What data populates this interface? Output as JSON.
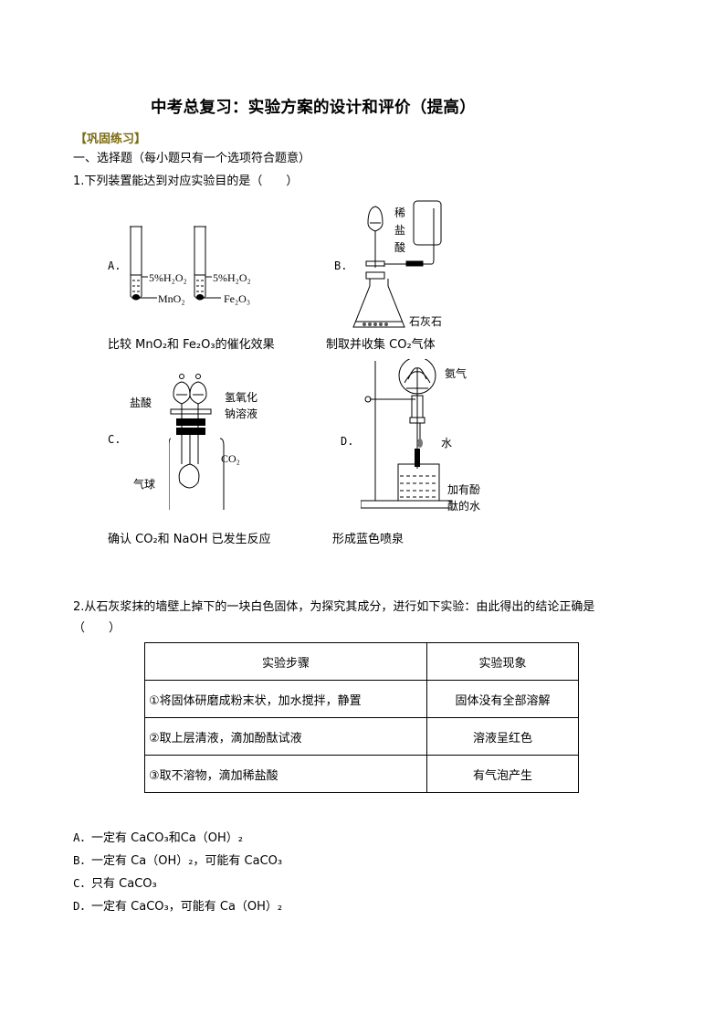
{
  "title": "中考总复习：实验方案的设计和评价（提高）",
  "section_tag": "【巩固练习】",
  "part_heading": "一、选择题（每小题只有一个选项符合题意）",
  "q1": {
    "stem": "1.下列装置能达到对应实验目的是（　　）",
    "options": {
      "A": {
        "letter": "A.",
        "labels": {
          "h2o2_1": "5%H₂O₂",
          "h2o2_2": "5%H₂O₂",
          "mno2": "MnO₂",
          "fe2o3": "Fe₂O₃"
        },
        "caption": "比较 MnO₂和 Fe₂O₃的催化效果"
      },
      "B": {
        "letter": "B.",
        "labels": {
          "acid_1": "稀",
          "acid_2": "盐",
          "acid_3": "酸",
          "limestone": "石灰石"
        },
        "caption": "制取并收集 CO₂气体"
      },
      "C": {
        "letter": "C.",
        "labels": {
          "hcl": "盐酸",
          "naoh_1": "氢氧化",
          "naoh_2": "钠溶液",
          "co2": "CO₂",
          "balloon": "气球"
        },
        "caption": "确认 CO₂和 NaOH 已发生反应"
      },
      "D": {
        "letter": "D.",
        "labels": {
          "ammonia": "氨气",
          "water": "水",
          "phenol_1": "加有酚",
          "phenol_2": "酞的水"
        },
        "caption": "形成蓝色喷泉"
      }
    }
  },
  "q2": {
    "stem_line1": "2.从石灰浆抹的墙壁上掉下的一块白色固体，为探究其成分，进行如下实验：由此得出的结论正确是",
    "stem_line2": "（　　）",
    "table": {
      "headers": [
        "实验步骤",
        "实验现象"
      ],
      "rows": [
        [
          "①将固体研磨成粉末状，加水搅拌，静置",
          "固体没有全部溶解"
        ],
        [
          "②取上层清液，滴加酚酞试液",
          "溶液呈红色"
        ],
        [
          "③取不溶物，滴加稀盐酸",
          "有气泡产生"
        ]
      ]
    },
    "options": [
      {
        "letter": "A．",
        "text": "一定有 CaCO₃和Ca（OH）₂"
      },
      {
        "letter": "B．",
        "text": "一定有 Ca（OH）₂，可能有 CaCO₃"
      },
      {
        "letter": "C．",
        "text": "只有 CaCO₃"
      },
      {
        "letter": "D．",
        "text": "一定有 CaCO₃，可能有 Ca（OH）₂"
      }
    ]
  },
  "colors": {
    "section_tag": "#7a6b14",
    "text": "#000000"
  }
}
